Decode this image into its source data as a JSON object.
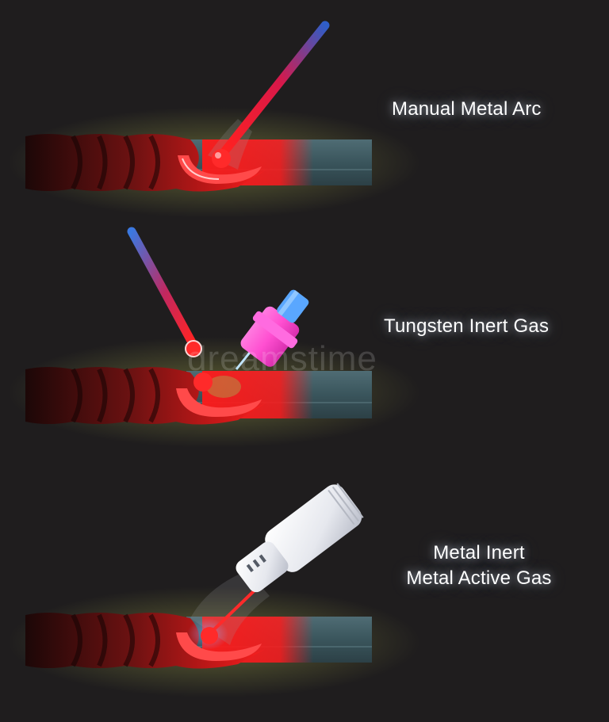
{
  "labels": {
    "mma": "Manual Metal Arc",
    "tig": "Tungsten Inert Gas",
    "mig_line1": "Metal Inert",
    "mig_line2": "Metal Active Gas"
  },
  "watermark": "dreamstime",
  "colors": {
    "background": "#1f1d1e",
    "weld_hot": "#ff1a1a",
    "weld_cool": "#3a0c0c",
    "plate": "#3f5a61",
    "electrode_blue": "#3b6fd6",
    "tig_nozzle": "#ff4fd1",
    "tig_ring": "#5aa7ff",
    "mig_gun": "#eef0f4"
  }
}
